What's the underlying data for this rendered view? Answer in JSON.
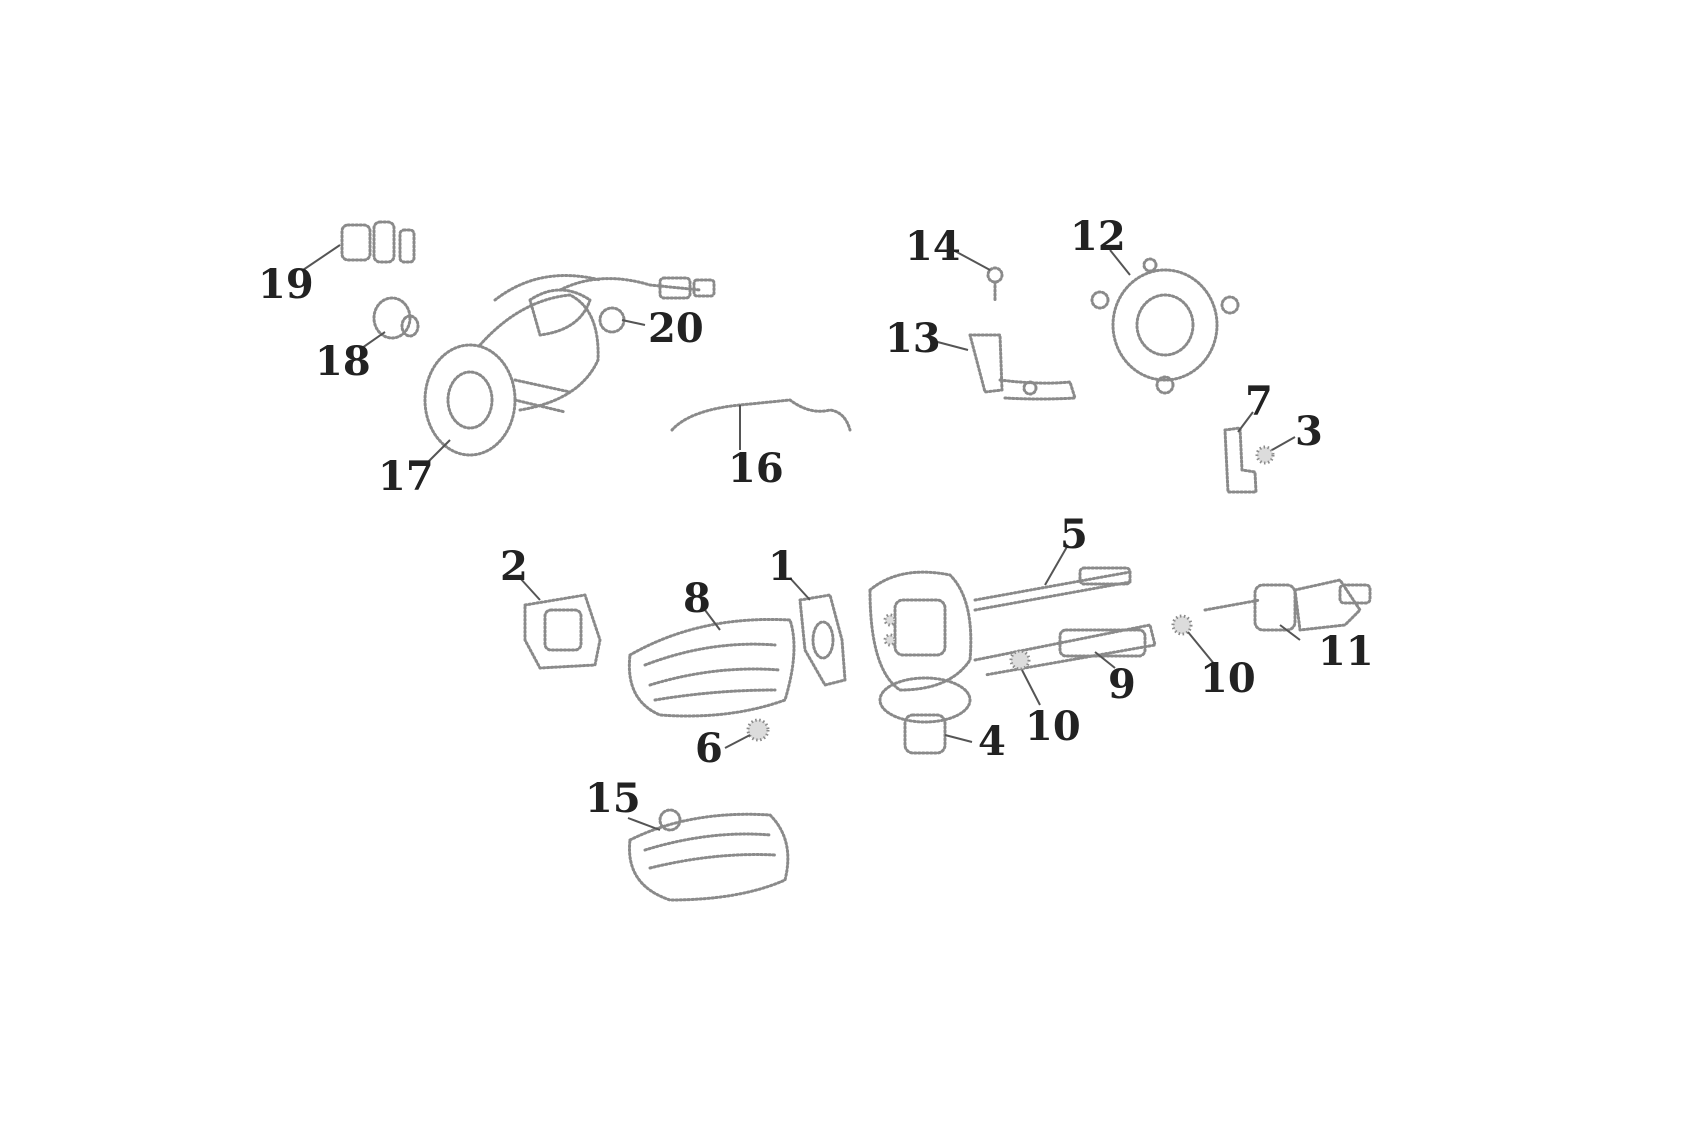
{
  "colors": {
    "background": "#ffffff",
    "part_stroke": "#8a8a8a",
    "label": "#222222"
  },
  "callouts": {
    "c1": "1",
    "c2": "2",
    "c3": "3",
    "c4": "4",
    "c5": "5",
    "c6": "6",
    "c7": "7",
    "c8": "8",
    "c9": "9",
    "c10a": "10",
    "c10b": "10",
    "c11": "11",
    "c12": "12",
    "c13": "13",
    "c14": "14",
    "c15": "15",
    "c16": "16",
    "c17": "17",
    "c18": "18",
    "c19": "19",
    "c20": "20"
  }
}
